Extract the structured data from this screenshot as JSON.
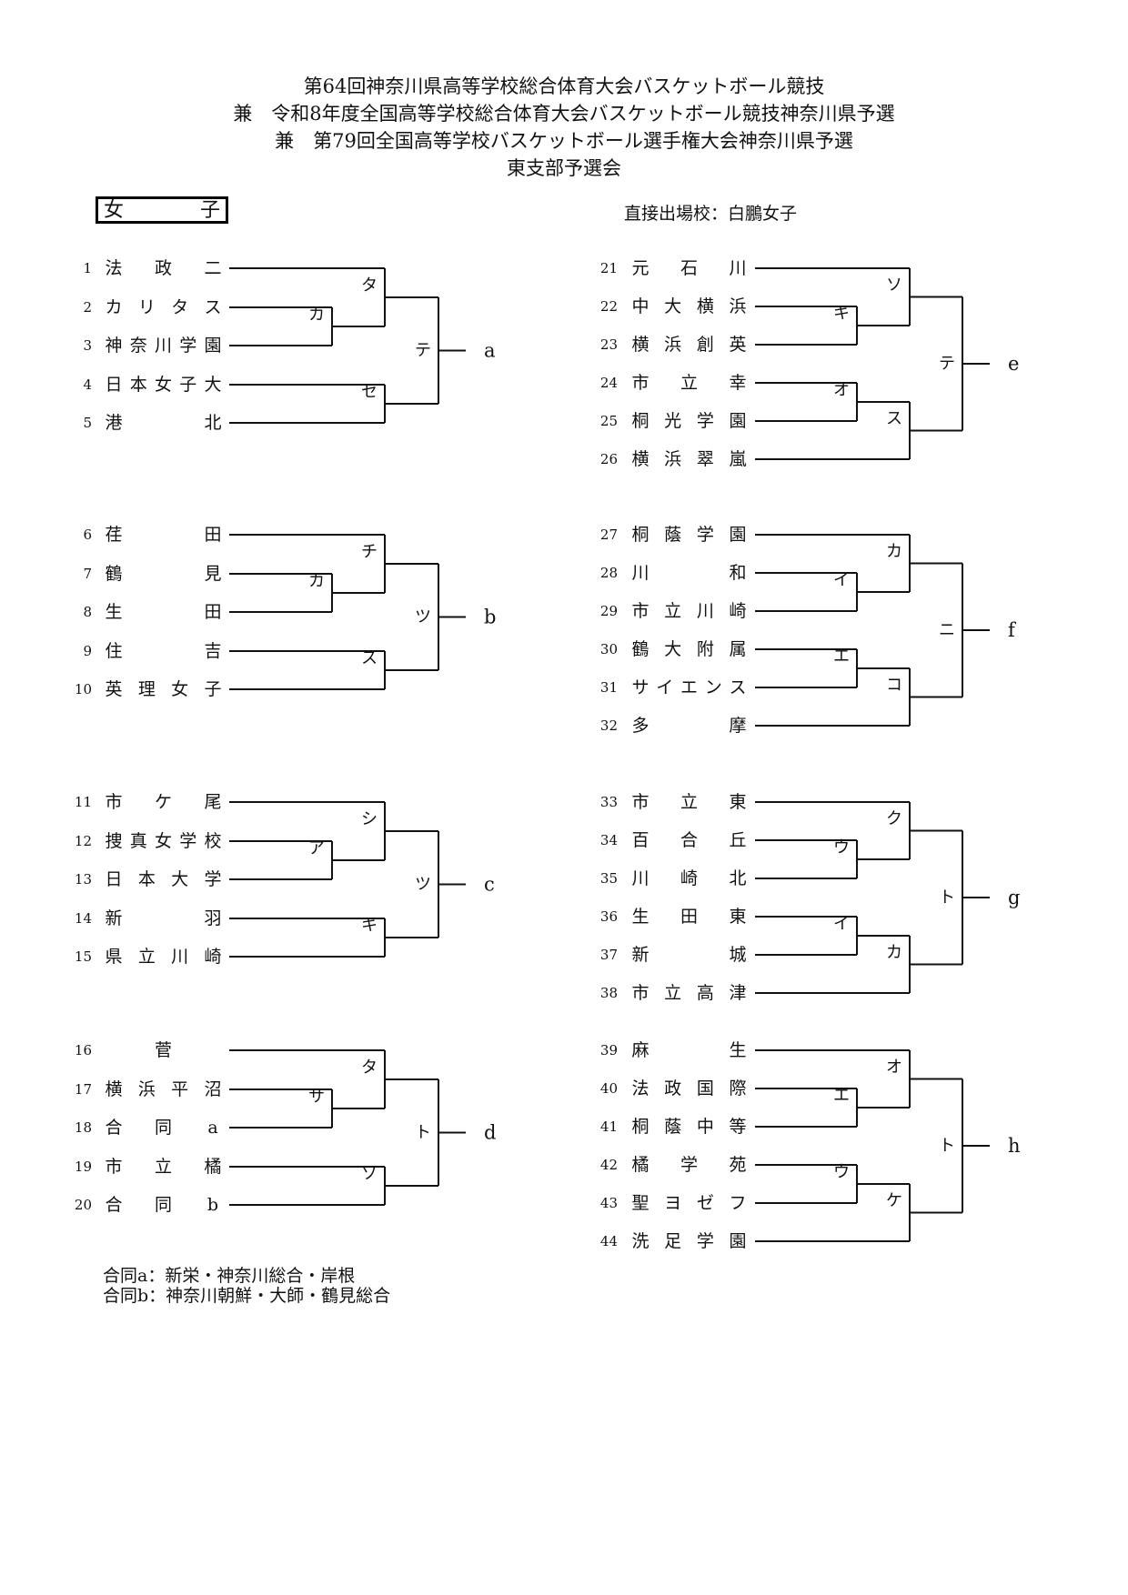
{
  "header": {
    "line1": "第64回神奈川県高等学校総合体育大会バスケットボール競技",
    "line2": "兼　令和8年度全国高等学校総合体育大会バスケットボール競技神奈川県予選",
    "line3": "兼　第79回全国高等学校バスケットボール選手権大会神奈川県予選",
    "line4": "東支部予選会"
  },
  "division": {
    "char1": "女",
    "char2": "子"
  },
  "direct_entry": "直接出場校：白鵬女子",
  "notes": [
    "合同a：新栄・神奈川総合・岸根",
    "合同b：神奈川朝鮮・大師・鶴見総合"
  ],
  "brackets": [
    {
      "out": "a",
      "final": "テ",
      "entries": [
        {
          "seed": "1",
          "name": [
            "法",
            "政",
            "二"
          ]
        },
        {
          "seed": "2",
          "name": [
            "カ",
            "リ",
            "タ",
            "ス"
          ]
        },
        {
          "seed": "3",
          "name": [
            "神",
            "奈",
            "川",
            "学",
            "園"
          ]
        },
        {
          "seed": "4",
          "name": [
            "日",
            "本",
            "女",
            "子",
            "大"
          ]
        },
        {
          "seed": "5",
          "name": [
            "港",
            "北"
          ]
        }
      ],
      "r1": [
        "カ"
      ],
      "semi": [
        "タ",
        "セ"
      ]
    },
    {
      "out": "b",
      "final": "ツ",
      "entries": [
        {
          "seed": "6",
          "name": [
            "荏",
            "田"
          ]
        },
        {
          "seed": "7",
          "name": [
            "鶴",
            "見"
          ]
        },
        {
          "seed": "8",
          "name": [
            "生",
            "田"
          ]
        },
        {
          "seed": "9",
          "name": [
            "住",
            "吉"
          ]
        },
        {
          "seed": "10",
          "name": [
            "英",
            "理",
            "女",
            "子"
          ]
        }
      ],
      "r1": [
        "カ"
      ],
      "semi": [
        "チ",
        "ス"
      ]
    },
    {
      "out": "c",
      "final": "ツ",
      "entries": [
        {
          "seed": "11",
          "name": [
            "市",
            "ケ",
            "尾"
          ]
        },
        {
          "seed": "12",
          "name": [
            "捜",
            "真",
            "女",
            "学",
            "校"
          ]
        },
        {
          "seed": "13",
          "name": [
            "日",
            "本",
            "大",
            "学"
          ]
        },
        {
          "seed": "14",
          "name": [
            "新",
            "羽"
          ]
        },
        {
          "seed": "15",
          "name": [
            "県",
            "立",
            "川",
            "崎"
          ]
        }
      ],
      "r1": [
        "ア"
      ],
      "semi": [
        "シ",
        "キ"
      ]
    },
    {
      "out": "d",
      "final": "ト",
      "entries": [
        {
          "seed": "16",
          "name": [
            "菅"
          ]
        },
        {
          "seed": "17",
          "name": [
            "横",
            "浜",
            "平",
            "沼"
          ]
        },
        {
          "seed": "18",
          "name": [
            "合",
            "同",
            "a"
          ]
        },
        {
          "seed": "19",
          "name": [
            "市",
            "立",
            "橘"
          ]
        },
        {
          "seed": "20",
          "name": [
            "合",
            "同",
            "b"
          ]
        }
      ],
      "r1": [
        "サ"
      ],
      "semi": [
        "タ",
        "ソ"
      ]
    },
    {
      "out": "e",
      "final": "テ",
      "entries": [
        {
          "seed": "21",
          "name": [
            "元",
            "石",
            "川"
          ]
        },
        {
          "seed": "22",
          "name": [
            "中",
            "大",
            "横",
            "浜"
          ]
        },
        {
          "seed": "23",
          "name": [
            "横",
            "浜",
            "創",
            "英"
          ]
        },
        {
          "seed": "24",
          "name": [
            "市",
            "立",
            "幸"
          ]
        },
        {
          "seed": "25",
          "name": [
            "桐",
            "光",
            "学",
            "園"
          ]
        },
        {
          "seed": "26",
          "name": [
            "横",
            "浜",
            "翠",
            "嵐"
          ]
        }
      ],
      "r1": [
        "キ",
        "オ"
      ],
      "semi": [
        "ソ",
        "ス"
      ]
    },
    {
      "out": "f",
      "final": "ニ",
      "entries": [
        {
          "seed": "27",
          "name": [
            "桐",
            "蔭",
            "学",
            "園"
          ]
        },
        {
          "seed": "28",
          "name": [
            "川",
            "和"
          ]
        },
        {
          "seed": "29",
          "name": [
            "市",
            "立",
            "川",
            "崎"
          ]
        },
        {
          "seed": "30",
          "name": [
            "鶴",
            "大",
            "附",
            "属"
          ]
        },
        {
          "seed": "31",
          "name": [
            "サ",
            "イ",
            "エ",
            "ン",
            "ス"
          ]
        },
        {
          "seed": "32",
          "name": [
            "多",
            "摩"
          ]
        }
      ],
      "r1": [
        "イ",
        "エ"
      ],
      "semi": [
        "カ",
        "コ"
      ]
    },
    {
      "out": "g",
      "final": "ト",
      "entries": [
        {
          "seed": "33",
          "name": [
            "市",
            "立",
            "東"
          ]
        },
        {
          "seed": "34",
          "name": [
            "百",
            "合",
            "丘"
          ]
        },
        {
          "seed": "35",
          "name": [
            "川",
            "崎",
            "北"
          ]
        },
        {
          "seed": "36",
          "name": [
            "生",
            "田",
            "東"
          ]
        },
        {
          "seed": "37",
          "name": [
            "新",
            "城"
          ]
        },
        {
          "seed": "38",
          "name": [
            "市",
            "立",
            "高",
            "津"
          ]
        }
      ],
      "r1": [
        "ウ",
        "イ"
      ],
      "semi": [
        "ク",
        "カ"
      ]
    },
    {
      "out": "h",
      "final": "ト",
      "entries": [
        {
          "seed": "39",
          "name": [
            "麻",
            "生"
          ]
        },
        {
          "seed": "40",
          "name": [
            "法",
            "政",
            "国",
            "際"
          ]
        },
        {
          "seed": "41",
          "name": [
            "桐",
            "蔭",
            "中",
            "等"
          ]
        },
        {
          "seed": "42",
          "name": [
            "橘",
            "学",
            "苑"
          ]
        },
        {
          "seed": "43",
          "name": [
            "聖",
            "ヨ",
            "ゼ",
            "フ"
          ]
        },
        {
          "seed": "44",
          "name": [
            "洗",
            "足",
            "学",
            "園"
          ]
        }
      ],
      "r1": [
        "エ",
        "ウ"
      ],
      "semi": [
        "オ",
        "ケ"
      ]
    }
  ]
}
